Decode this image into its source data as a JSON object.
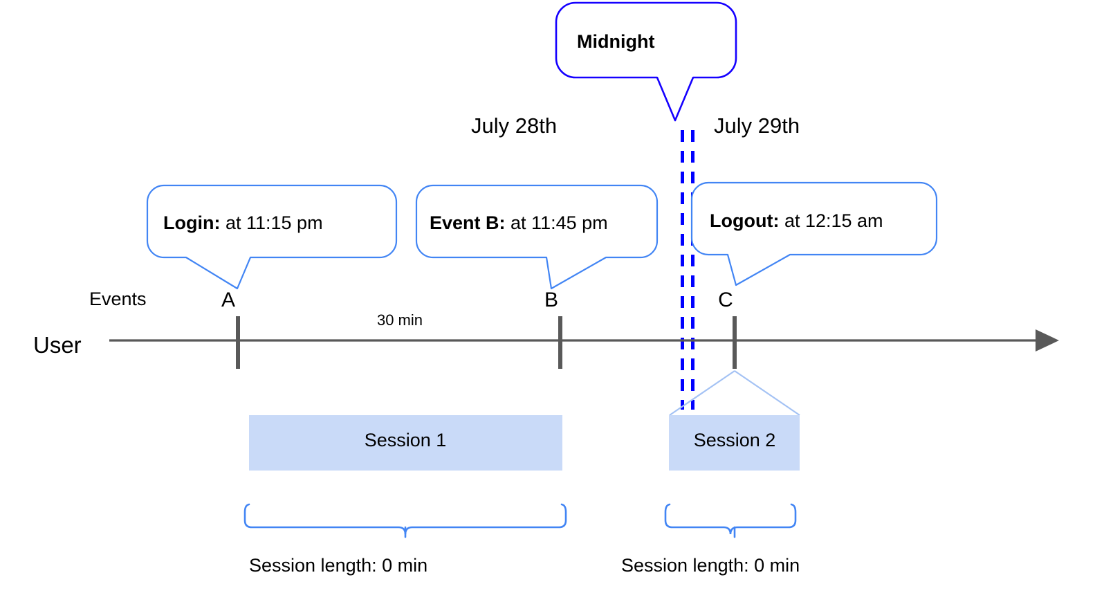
{
  "diagram": {
    "title_callout": {
      "label": "Midnight",
      "border_color": "#1500ff"
    },
    "dates": [
      {
        "label": "July 28th"
      },
      {
        "label": "July 29th"
      }
    ],
    "row_labels": {
      "events": "Events",
      "user": "User"
    },
    "callouts": [
      {
        "bold": "Login:",
        "rest": " at 11:15 pm"
      },
      {
        "bold": "Event B:",
        "rest": " at 11:45 pm"
      },
      {
        "bold": "Logout:",
        "rest": " at 12:15 am"
      }
    ],
    "events": [
      {
        "letter": "A"
      },
      {
        "letter": "B"
      },
      {
        "letter": "C"
      }
    ],
    "gap_label": "30 min",
    "sessions": [
      {
        "label": "Session 1",
        "length_label": "Session length: 0 min"
      },
      {
        "label": "Session 2",
        "length_label": "Session length: 0 min"
      }
    ],
    "colors": {
      "callout_border": "#4285f4",
      "midnight_border": "#1500ff",
      "midnight_dash": "#0000ff",
      "axis": "#595959",
      "tick": "#595959",
      "session_fill": "#c9daf8",
      "brace": "#4285f4",
      "connector": "#a4c2f4"
    }
  }
}
